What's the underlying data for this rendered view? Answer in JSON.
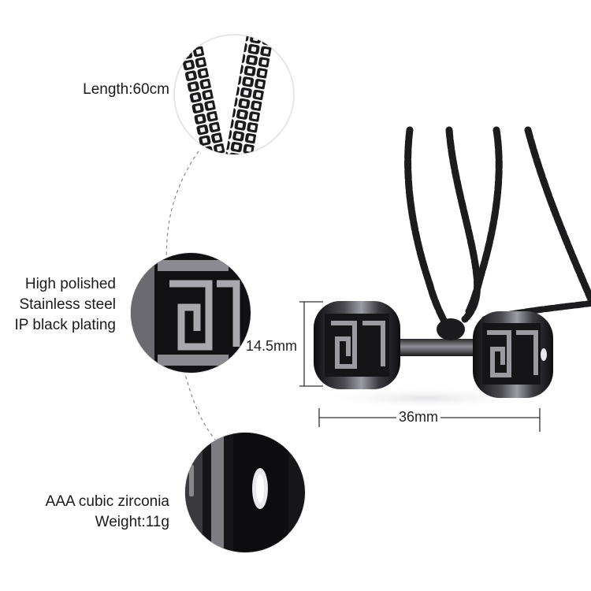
{
  "features": {
    "length_label": "Length:60cm",
    "material_line1": "High polished",
    "material_line2": "Stainless steel",
    "material_line3": "IP black plating",
    "stone_label": "AAA cubic zirconia",
    "weight_label": "Weight:11g"
  },
  "dimensions": {
    "height_label": "14.5mm",
    "width_label": "36mm"
  },
  "colors": {
    "metal_dark": "#1c1c1e",
    "metal_mid": "#3a3a3e",
    "metal_highlight": "#9a9aa0",
    "circle_border": "#e6e6e6",
    "dashed_line": "#8a8a8a"
  },
  "icons": {
    "chain_detail": "chain-closeup-icon",
    "pattern_detail": "greek-key-closeup-icon",
    "stone_detail": "zirconia-closeup-icon",
    "product": "dumbbell-pendant-icon"
  }
}
